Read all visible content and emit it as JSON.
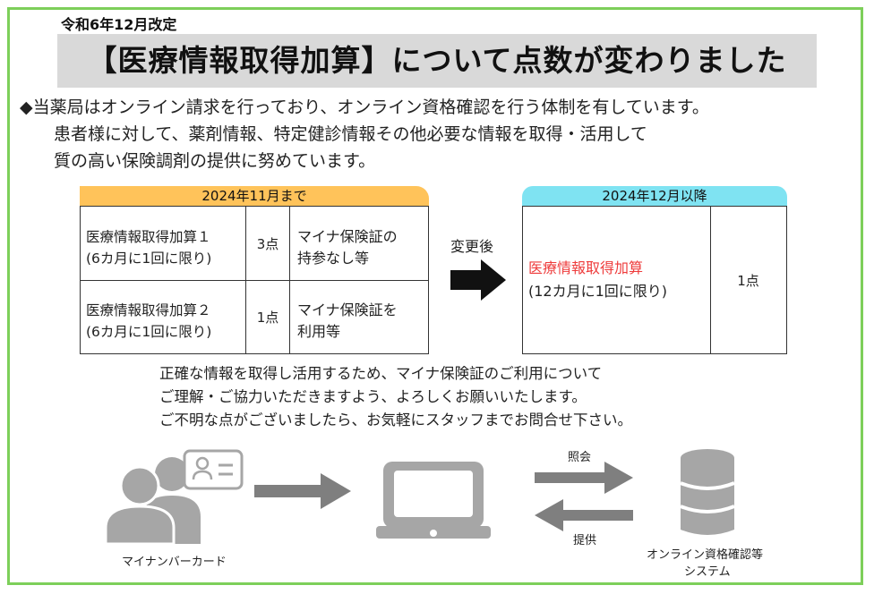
{
  "header": {
    "revision": "令和6年12月改定",
    "title": "【医療情報取得加算】について点数が変わりました"
  },
  "intro": {
    "line1": "◆当薬局はオンライン請求を行っており、オンライン資格確認を行う体制を有しています。",
    "line2": "患者様に対して、薬剤情報、特定健診情報その他必要な情報を取得・活用して",
    "line3": "質の高い保険調剤の提供に努めています。"
  },
  "before": {
    "heading": "2024年11月まで",
    "rows": [
      {
        "name1": "医療情報取得加算１",
        "name2": "(6カ月に1回に限り)",
        "points": "3点",
        "note1": "マイナ保険証の",
        "note2": "持参なし等"
      },
      {
        "name1": "医療情報取得加算２",
        "name2": "(6カ月に1回に限り)",
        "points": "1点",
        "note1": "マイナ保険証を",
        "note2": "利用等"
      }
    ]
  },
  "change_label": "変更後",
  "after": {
    "heading": "2024年12月以降",
    "name": "医療情報取得加算",
    "name_sub": "(12カ月に1回に限り)",
    "points": "1点"
  },
  "notice": {
    "line1": "正確な情報を取得し活用するため、マイナ保険証のご利用について",
    "line2": "ご理解・ご協力いただきますよう、よろしくお願いいたします。",
    "line3": "ご不明な点がございましたら、お気軽にスタッフまでお問合せ下さい。"
  },
  "diagram": {
    "card_label": "マイナンバーカード",
    "query_label": "照会",
    "provide_label": "提供",
    "system_label1": "オンライン資格確認等",
    "system_label2": "システム",
    "icon_color": "#a6a6a6",
    "arrow_color": "#7f7f7f"
  },
  "colors": {
    "frame": "#7dcf5a",
    "title_bg": "#d9d9d9",
    "before_head": "#ffc35a",
    "after_head": "#7fe3f2",
    "highlight": "#ee3b3b"
  }
}
